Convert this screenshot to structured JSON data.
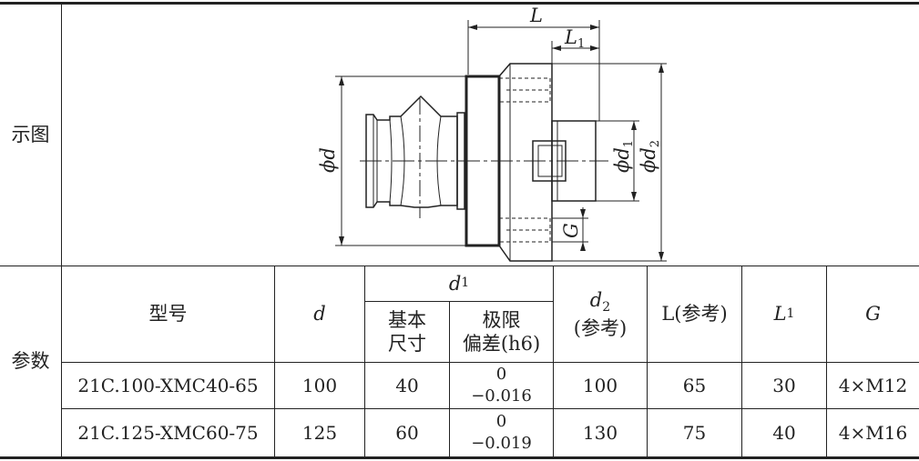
{
  "row_labels": {
    "figure": "示图",
    "params": "参数"
  },
  "figure": {
    "dim_L": "L",
    "dim_L1": "L",
    "dim_L1_sub": "1",
    "dim_d": "ϕd",
    "dim_d1": "ϕd",
    "dim_d1_sub": "1",
    "dim_d2": "ϕd",
    "dim_d2_sub": "2",
    "dim_G": "G"
  },
  "table": {
    "headers": {
      "model": "型号",
      "d": "d",
      "d1": "d",
      "d1_sub": "1",
      "d1_basic_line1": "基本",
      "d1_basic_line2": "尺寸",
      "d1_tol_line1": "极限",
      "d1_tol_line2": "偏差(h6)",
      "d2": "d",
      "d2_sub": "2",
      "d2_note": "(参考)",
      "L": "L(参考)",
      "L1": "L",
      "L1_sub": "1",
      "G": "G"
    },
    "rows": [
      {
        "model": "21C.100-XMC40-65",
        "d": "100",
        "d1_basic": "40",
        "tol_upper": "0",
        "tol_lower": "−0.016",
        "d2": "100",
        "L": "65",
        "L1": "30",
        "G": "4×M12"
      },
      {
        "model": "21C.125-XMC60-75",
        "d": "125",
        "d1_basic": "60",
        "tol_upper": "0",
        "tol_lower": "−0.019",
        "d2": "130",
        "L": "75",
        "L1": "40",
        "G": "4×M16"
      }
    ]
  }
}
